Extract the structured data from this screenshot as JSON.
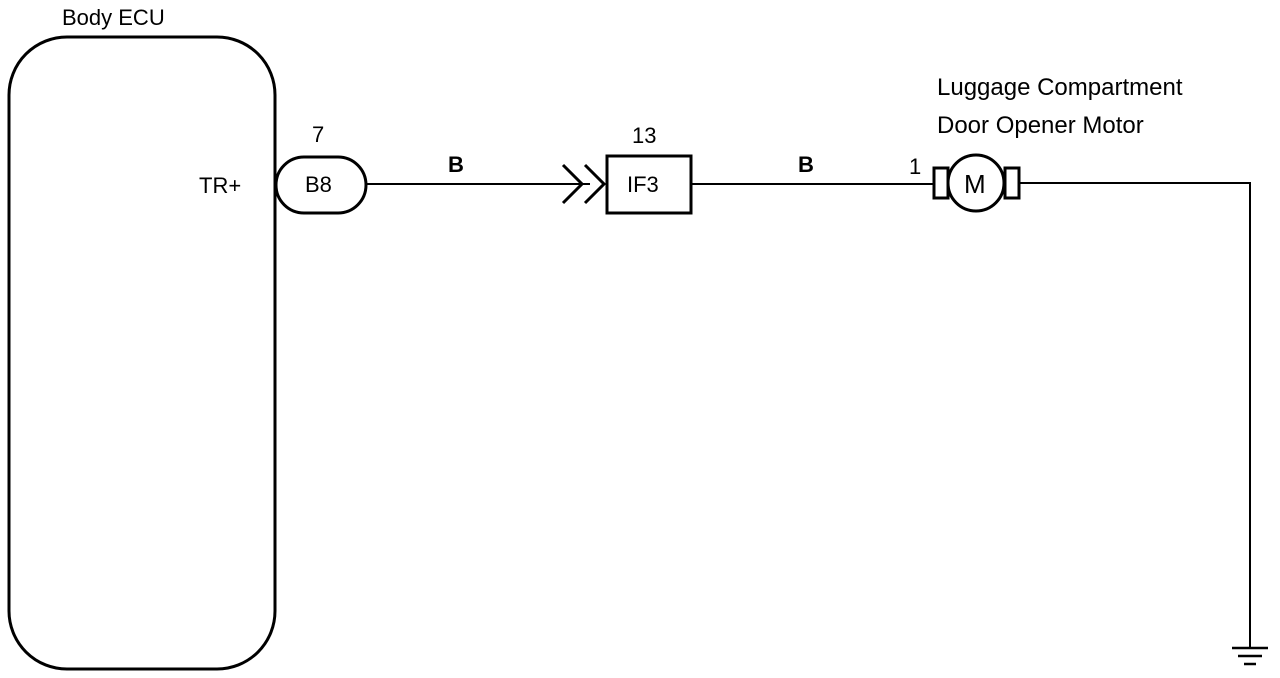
{
  "ecu": {
    "title": "Body ECU",
    "terminal": "TR+"
  },
  "connector_b8": {
    "pin": "7",
    "code": "B8"
  },
  "wire_1": {
    "color": "B"
  },
  "connector_if3": {
    "pin": "13",
    "code": "IF3"
  },
  "wire_2": {
    "color": "B"
  },
  "motor": {
    "line1": "Luggage Compartment",
    "line2": "Door Opener Motor",
    "pin": "1",
    "symbol": "M"
  }
}
